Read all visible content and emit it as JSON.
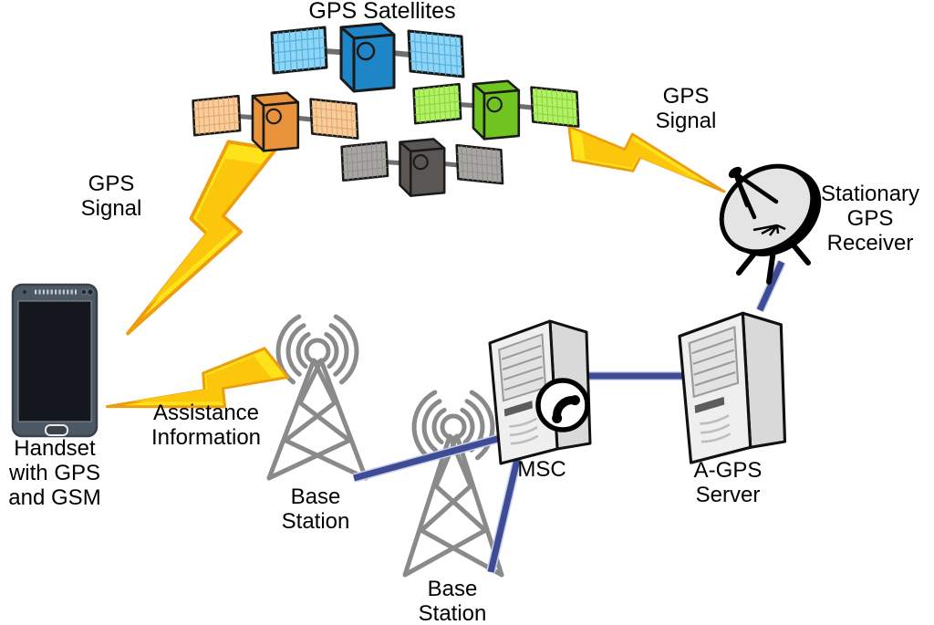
{
  "title": "GPS Satellites",
  "labels": {
    "gps_signal_left": "GPS\nSignal",
    "gps_signal_right": "GPS\nSignal",
    "assistance": "Assistance\nInformation",
    "handset": "Handset\nwith GPS\nand GSM",
    "base_station_1": "Base\nStation",
    "base_station_2": "Base\nStation",
    "msc": "MSC",
    "agps_server": "A-GPS\nServer",
    "stationary_receiver": "Stationary\nGPS\nReceiver"
  },
  "colors": {
    "background": "#FFFFFF",
    "link_blue": "#3E4C96",
    "link_halo": "#C9D0E8",
    "bolt_outer": "#FFE31A",
    "bolt_inner": "#FCC60D",
    "bolt_outline": "#EE9D0D",
    "tower_gray": "#8A8A8A",
    "server_front": "#EFEFEF",
    "server_side": "#D9D9D9",
    "server_top": "#F7F7F7",
    "server_outline": "#111111",
    "phone_body": "#4C5864",
    "phone_screen": "#14171D",
    "dish_black": "#000000",
    "dish_face": "#E4E4E4",
    "strut_gray": "#6E6E6E"
  },
  "satellites": [
    {
      "name": "satellite-blue",
      "body": "#1E86C7",
      "panel": "#8FD6F6",
      "grid": "#54B0E0"
    },
    {
      "name": "satellite-orange",
      "body": "#E8923C",
      "panel": "#F8CD9C",
      "grid": "#E2A567"
    },
    {
      "name": "satellite-green",
      "body": "#70C41F",
      "panel": "#B2F163",
      "grid": "#88D23F"
    },
    {
      "name": "satellite-gray",
      "body": "#595654",
      "panel": "#A7A6A2",
      "grid": "#908F8B"
    }
  ]
}
